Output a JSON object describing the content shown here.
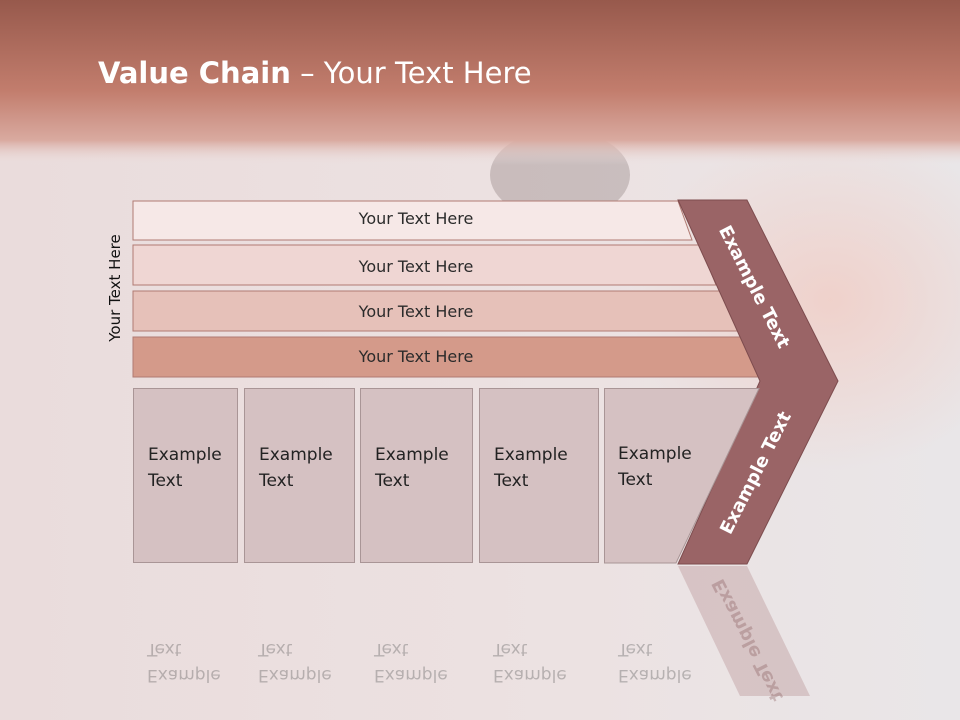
{
  "slide": {
    "title_bold": "Value Chain",
    "title_rest": " – Your Text Here",
    "side_label": "Your Text Here"
  },
  "bands": [
    {
      "label": "Your Text Here",
      "color": "#f6e8e7"
    },
    {
      "label": "Your Text Here",
      "color": "#efd6d3"
    },
    {
      "label": "Your Text Here",
      "color": "#e6c1b9"
    },
    {
      "label": "Your Text Here",
      "color": "#d49a8a"
    }
  ],
  "boxes": [
    {
      "line1": "Example",
      "line2": "Text"
    },
    {
      "line1": "Example",
      "line2": "Text"
    },
    {
      "line1": "Example",
      "line2": "Text"
    },
    {
      "line1": "Example",
      "line2": "Text"
    },
    {
      "line1": "Example",
      "line2": "Text"
    }
  ],
  "chevron": {
    "upper_text": "Example Text",
    "lower_text": "Example Text",
    "color": "#9a6466"
  },
  "colors": {
    "header": "#c07a6b",
    "box_fill": "#d5c1c2"
  }
}
